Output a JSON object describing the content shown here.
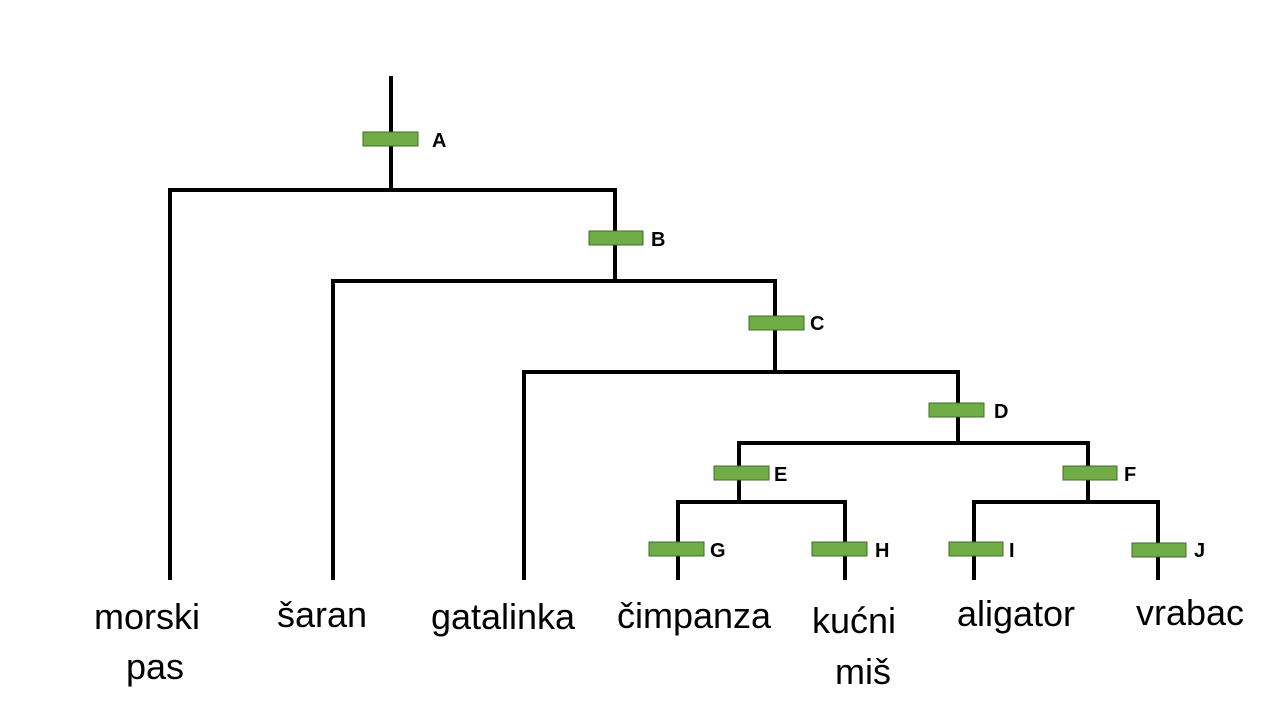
{
  "diagram": {
    "type": "cladogram",
    "colors": {
      "line": "#000000",
      "trait": "#70ad47",
      "text": "#000000"
    },
    "traits": [
      {
        "id": "A",
        "label": "A"
      },
      {
        "id": "B",
        "label": "B"
      },
      {
        "id": "C",
        "label": "C"
      },
      {
        "id": "D",
        "label": "D"
      },
      {
        "id": "E",
        "label": "E"
      },
      {
        "id": "F",
        "label": "F"
      },
      {
        "id": "G",
        "label": "G"
      },
      {
        "id": "H",
        "label": "H"
      },
      {
        "id": "I",
        "label": "I"
      },
      {
        "id": "J",
        "label": "J"
      }
    ],
    "taxa": [
      {
        "id": "morski-pas",
        "lines": [
          "morski",
          "pas"
        ]
      },
      {
        "id": "saran",
        "lines": [
          "šaran"
        ]
      },
      {
        "id": "gatalinka",
        "lines": [
          "gatalinka"
        ]
      },
      {
        "id": "cimpanza",
        "lines": [
          "čimpanza"
        ]
      },
      {
        "id": "kucni-mis",
        "lines": [
          "kućni",
          "miš"
        ]
      },
      {
        "id": "aligator",
        "lines": [
          "aligator"
        ]
      },
      {
        "id": "vrabac",
        "lines": [
          "vrabac"
        ]
      }
    ]
  }
}
